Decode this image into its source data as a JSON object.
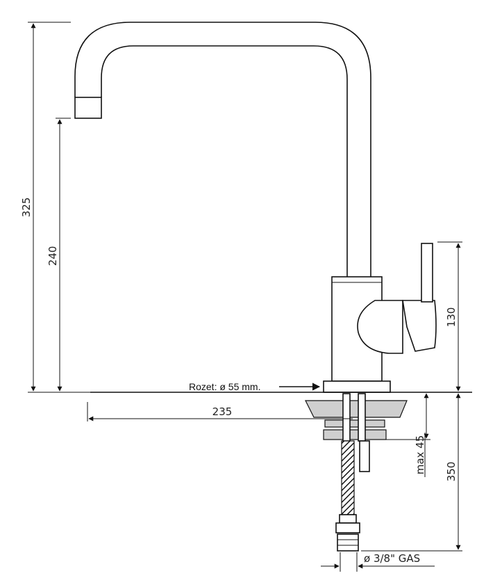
{
  "dimensions": {
    "total_height": "325",
    "spout_height": "240",
    "body_height": "130",
    "reach": "235",
    "max_thickness": "max 45",
    "hose_length": "350",
    "connection": "ø 3/8\" GAS"
  },
  "callouts": {
    "rosette": "Rozet: ø 55 mm."
  }
}
